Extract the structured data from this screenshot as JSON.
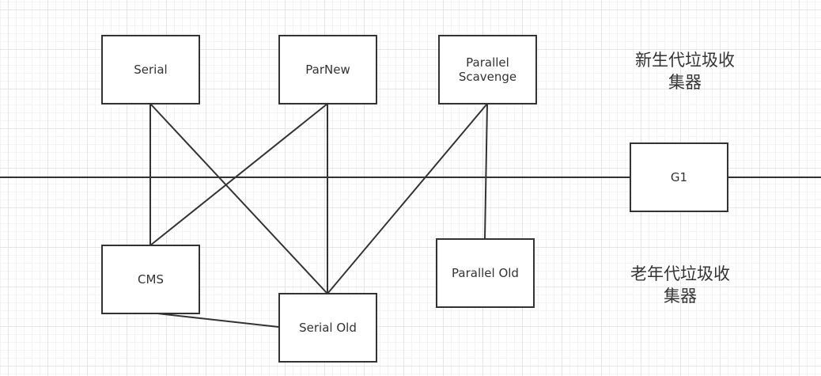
{
  "colors": {
    "stroke": "#333333",
    "text": "#333333",
    "background": "#ffffff",
    "grid": "#e6e6e6"
  },
  "nodes": {
    "serial": "Serial",
    "parnew": "ParNew",
    "parallel_scavenge": "Parallel\nScavenge",
    "g1": "G1",
    "cms": "CMS",
    "serial_old": "Serial Old",
    "parallel_old": "Parallel Old"
  },
  "labels": {
    "young": "新生代垃圾收\n集器",
    "old": "老年代垃圾收\n集器"
  },
  "edges": [
    {
      "from": "Serial",
      "to": "CMS"
    },
    {
      "from": "Serial",
      "to": "Serial Old"
    },
    {
      "from": "ParNew",
      "to": "CMS"
    },
    {
      "from": "ParNew",
      "to": "Serial Old"
    },
    {
      "from": "Parallel Scavenge",
      "to": "Serial Old"
    },
    {
      "from": "Parallel Scavenge",
      "to": "Parallel Old"
    },
    {
      "from": "CMS",
      "to": "Serial Old"
    }
  ]
}
